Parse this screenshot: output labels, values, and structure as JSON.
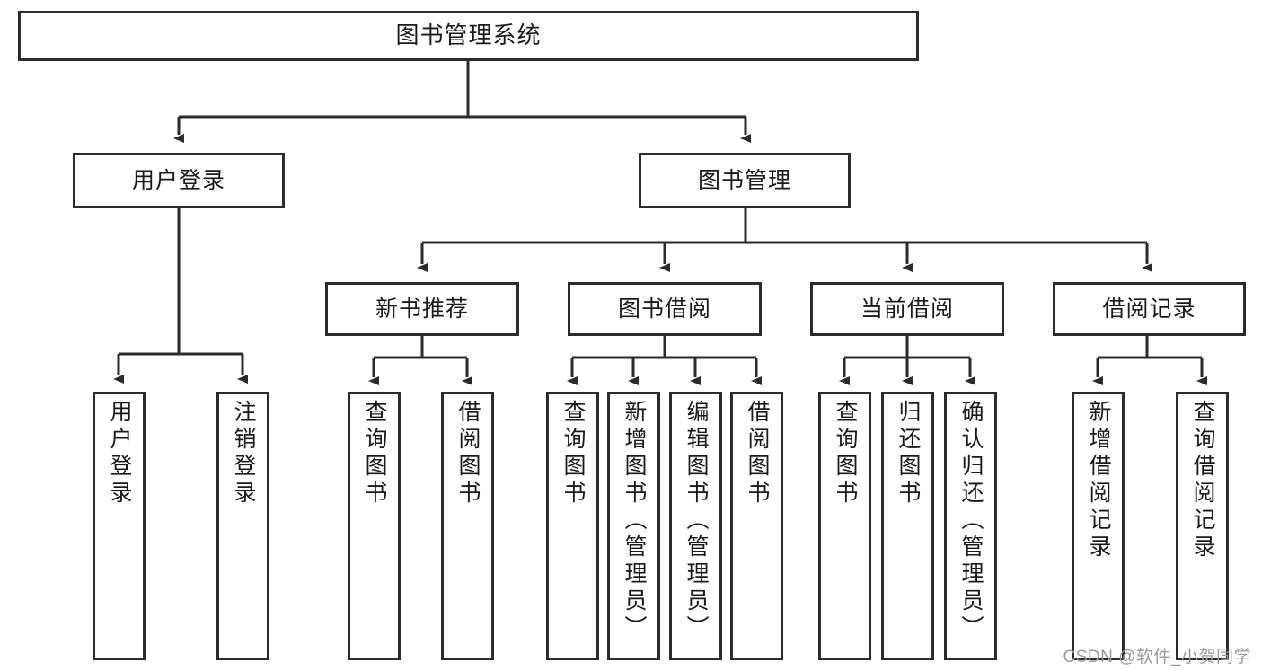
{
  "diagram": {
    "type": "tree-hierarchy",
    "root": {
      "id": "root",
      "label": "图书管理系统"
    },
    "level2": [
      {
        "id": "user-login",
        "label": "用户登录"
      },
      {
        "id": "book-management",
        "label": "图书管理"
      }
    ],
    "level3": [
      {
        "id": "new-book-recommend",
        "label": "新书推荐",
        "parent": "book-management"
      },
      {
        "id": "book-borrow",
        "label": "图书借阅",
        "parent": "book-management"
      },
      {
        "id": "current-borrow",
        "label": "当前借阅",
        "parent": "book-management"
      },
      {
        "id": "borrow-record",
        "label": "借阅记录",
        "parent": "book-management"
      }
    ],
    "leaves": {
      "user_login": [
        {
          "id": "leaf-user-login",
          "label": "用户登录"
        },
        {
          "id": "leaf-user-logout",
          "label": "注销登录"
        }
      ],
      "new_book_recommend": [
        {
          "id": "leaf-query-book-1",
          "label": "查询图书"
        },
        {
          "id": "leaf-borrow-book-1",
          "label": "借阅图书"
        }
      ],
      "book_borrow": [
        {
          "id": "leaf-query-book-2",
          "label": "查询图书"
        },
        {
          "id": "leaf-add-book",
          "label": "新增图书（管理员）"
        },
        {
          "id": "leaf-edit-book",
          "label": "编辑图书（管理员）"
        },
        {
          "id": "leaf-borrow-book-2",
          "label": "借阅图书"
        }
      ],
      "current_borrow": [
        {
          "id": "leaf-query-book-3",
          "label": "查询图书"
        },
        {
          "id": "leaf-return-book",
          "label": "归还图书"
        },
        {
          "id": "leaf-confirm-return",
          "label": "确认归还（管理员）"
        }
      ],
      "borrow_record": [
        {
          "id": "leaf-add-record",
          "label": "新增借阅记录"
        },
        {
          "id": "leaf-query-record",
          "label": "查询借阅记录"
        }
      ]
    }
  },
  "watermark": {
    "text": "CSDN @软件_小贺同学"
  },
  "colors": {
    "border": "#2b2b2b",
    "background": "#ffffff",
    "text": "#1a1a1a",
    "watermark": "#9a9a9a"
  }
}
